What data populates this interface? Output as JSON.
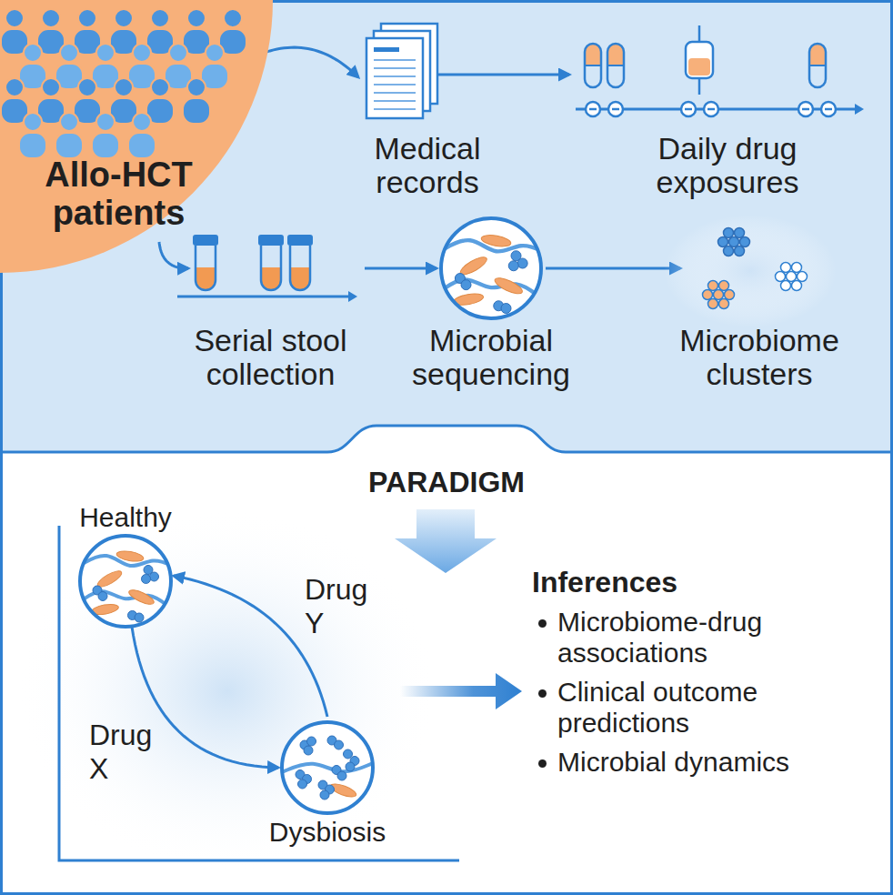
{
  "diagram": {
    "nodes": [
      {
        "text": [
          "Allo-HCT patients"
        ]
      },
      {
        "text": [
          "Medical records"
        ]
      },
      {
        "text": [
          "Daily drug exposures"
        ]
      },
      {
        "text": [
          "Serial stool collection"
        ]
      },
      {
        "text": [
          "Microbial sequencing"
        ]
      },
      {
        "text": [
          "Microbiome clusters"
        ]
      },
      {
        "text": [
          "PARADIGM"
        ]
      },
      {
        "text": [
          "Healthy"
        ],
        "in": 6
      },
      {
        "text": [
          "Dysbiosis"
        ],
        "in": 6
      }
    ],
    "edges": [
      {
        "from": 0,
        "to": 1,
        "arrow": "to"
      },
      {
        "from": 1,
        "to": 2,
        "arrow": "to"
      },
      {
        "from": 0,
        "to": 3,
        "arrow": "to"
      },
      {
        "from": 3,
        "to": 4,
        "arrow": "to"
      },
      {
        "from": 4,
        "to": 5,
        "arrow": "to"
      },
      {
        "from": 7,
        "to": 8,
        "label": "Drug X",
        "arrow": "to"
      },
      {
        "from": 8,
        "to": 7,
        "label": "Drug Y",
        "arrow": "to"
      }
    ],
    "labels": [
      "Inferences",
      "Microbiome-drug associations",
      "Clinical outcome predictions",
      "Microbial dynamics"
    ]
  }
}
